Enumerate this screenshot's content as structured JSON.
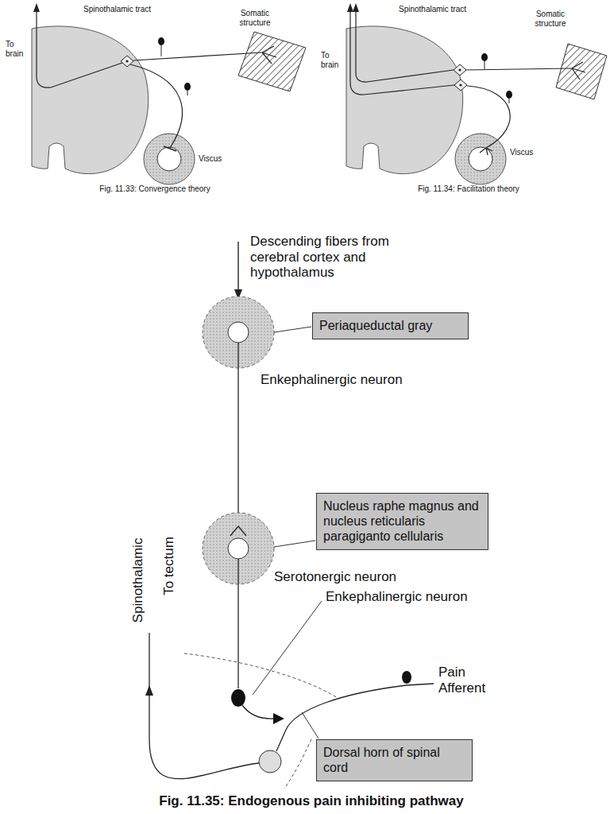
{
  "diagram": {
    "nodes": [
      {
        "text": [
          "Periaqueductal gray"
        ]
      },
      {
        "text": [
          "Nucleus raphe magnus and nucleus reticularis paragiganto cellularis"
        ]
      },
      {
        "text": [
          "Dorsal horn of spinal cord"
        ]
      }
    ],
    "labels": [
      "To brain",
      "Spinothalamic tract",
      "Somatic structure",
      "Viscus",
      "Fig. 11.33: Convergence theory",
      "To brain",
      "Spinothalamic tract",
      "Somatic structure",
      "Viscus",
      "Fig. 11.34: Facilitation theory",
      "Descending fibers from cerebral cortex and hypothalamus",
      "Enkephalinergic neuron",
      "Serotonergic neuron",
      "Enkephalinergic neuron",
      "Spinothalamic",
      "To tectum",
      "Pain Afferent",
      "Fig. 11.35: Endogenous pain inhibiting pathway"
    ]
  }
}
